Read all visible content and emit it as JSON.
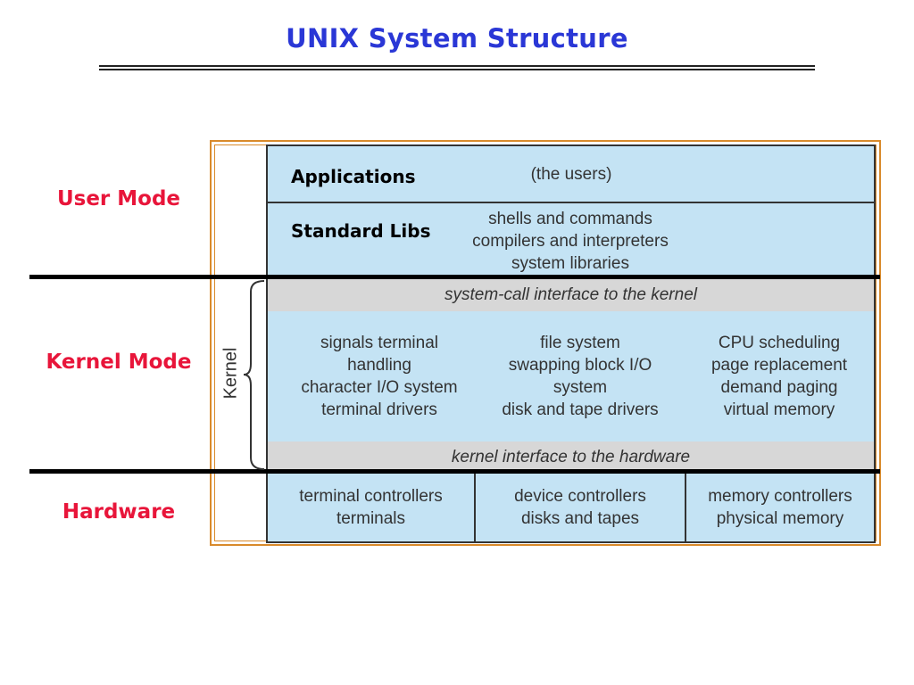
{
  "title": "UNIX System Structure",
  "modes": {
    "user": "User Mode",
    "kernel": "Kernel Mode",
    "hardware": "Hardware"
  },
  "diagram": {
    "applications_label": "Applications",
    "applications_desc": "(the users)",
    "stdlibs_label": "Standard Libs",
    "stdlibs_lines": [
      "shells and commands",
      "compilers and interpreters",
      "system libraries"
    ],
    "syscall_interface": "system-call interface to the kernel",
    "kernel_label": "Kernel",
    "kernel_columns": [
      [
        "signals terminal",
        "handling",
        "character I/O system",
        "terminal drivers"
      ],
      [
        "file system",
        "swapping block I/O",
        "system",
        "disk and tape drivers"
      ],
      [
        "CPU scheduling",
        "page replacement",
        "demand paging",
        "virtual memory"
      ]
    ],
    "hw_interface": "kernel interface to the hardware",
    "hardware_columns": [
      [
        "terminal controllers",
        "terminals"
      ],
      [
        "device controllers",
        "disks and tapes"
      ],
      [
        "memory controllers",
        "physical memory"
      ]
    ]
  }
}
